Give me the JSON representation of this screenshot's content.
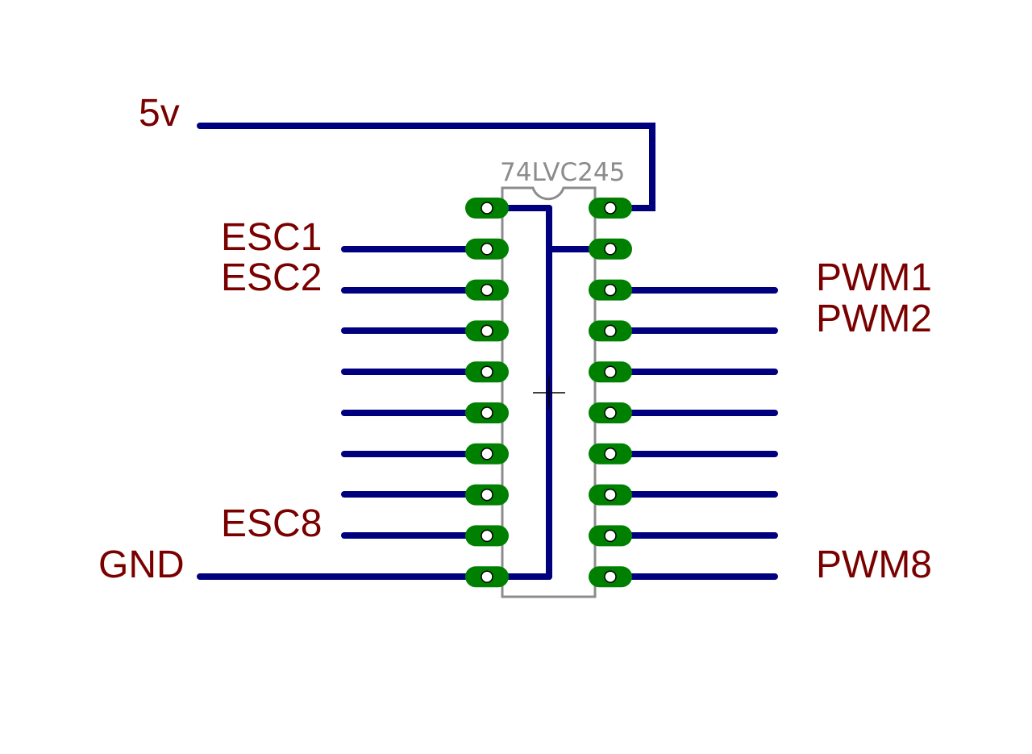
{
  "chip": {
    "name": "74LVC245",
    "pins_per_side": 10
  },
  "labels": {
    "vcc": "5v",
    "gnd": "GND",
    "esc1": "ESC1",
    "esc2": "ESC2",
    "esc8": "ESC8",
    "pwm1": "PWM1",
    "pwm2": "PWM2",
    "pwm8": "PWM8"
  },
  "colors": {
    "wire": "#00007f",
    "pad": "#008000",
    "label": "#7a0000",
    "outline": "#8c8c8c"
  }
}
